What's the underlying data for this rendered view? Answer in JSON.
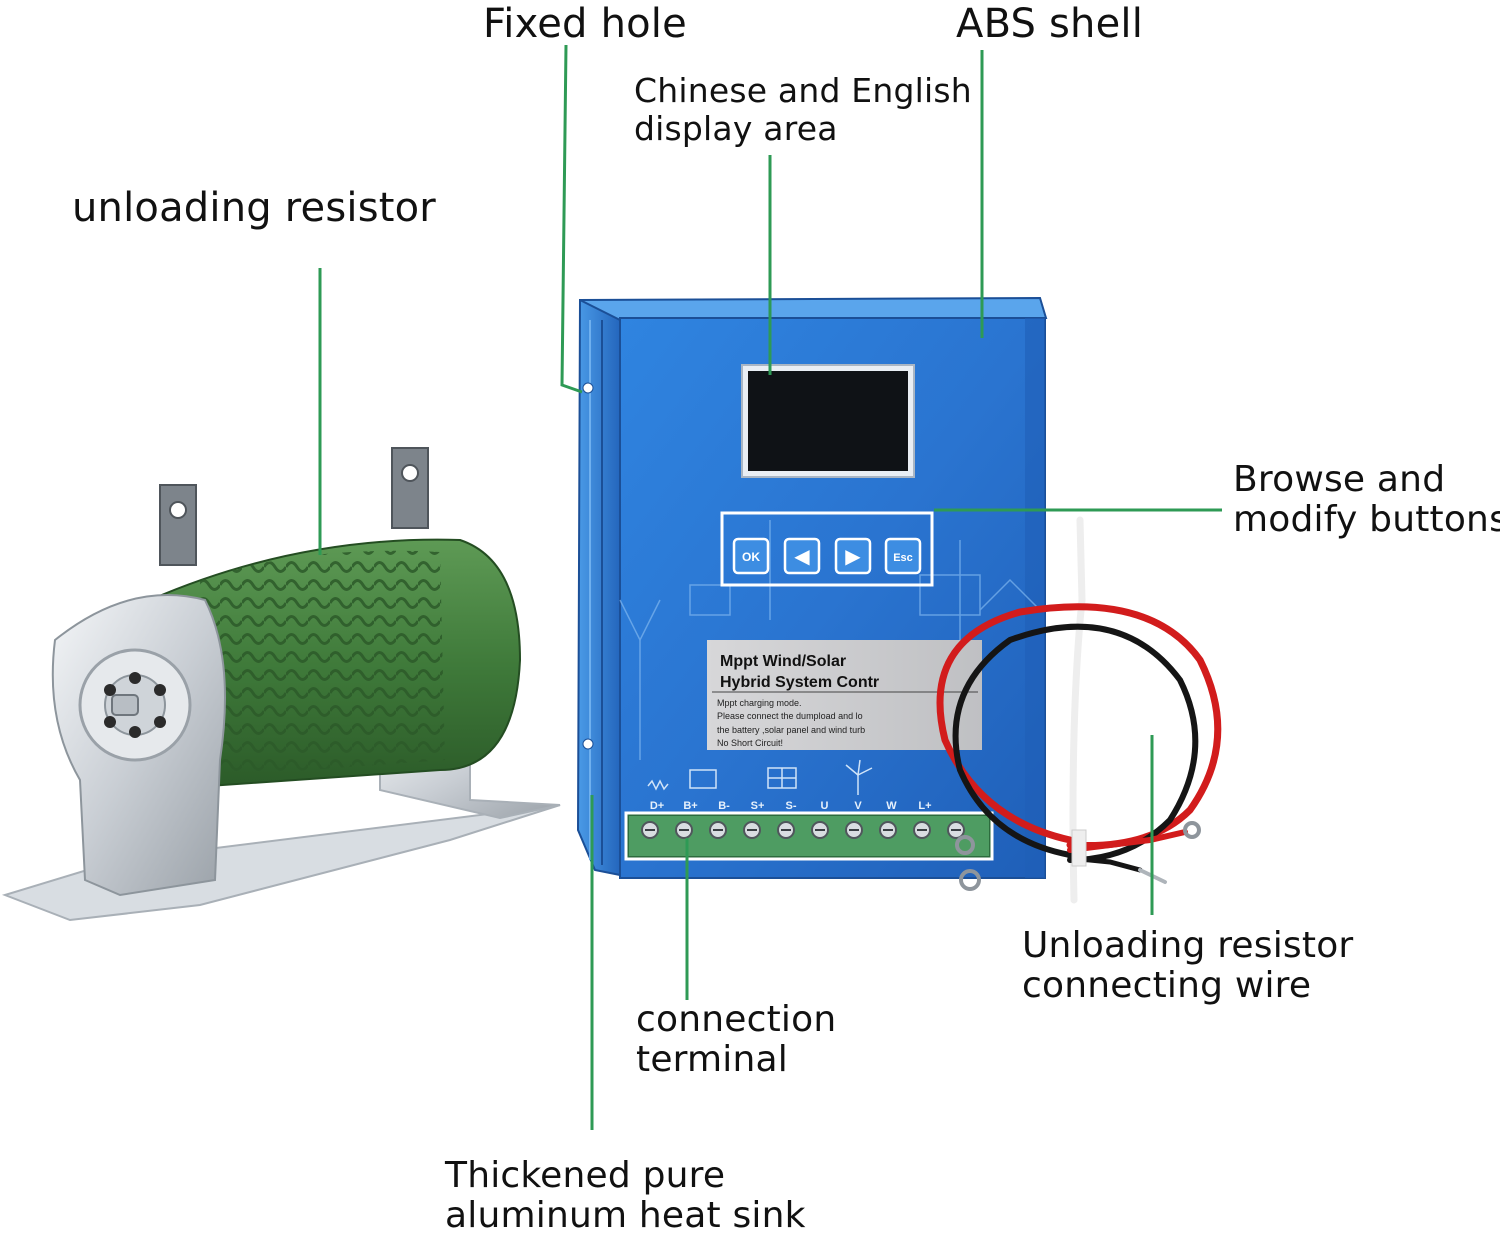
{
  "callouts": {
    "fixed_hole": "Fixed hole",
    "abs_shell": "ABS shell",
    "display_area_line1": "Chinese and English",
    "display_area_line2": "display area",
    "unloading_resistor": "unloading resistor",
    "buttons_line1": "Browse and",
    "buttons_line2": "modify buttons",
    "wire_line1": "Unloading resistor",
    "wire_line2": "connecting wire",
    "terminal_line1": "connection",
    "terminal_line2": "terminal",
    "heatsink_line1": "Thickened pure",
    "heatsink_line2": "aluminum heat sink"
  },
  "controller": {
    "buttons": [
      "OK",
      "◀",
      "▶",
      "Esc"
    ],
    "panel_title_line1": "Mppt Wind/Solar",
    "panel_title_line2": "Hybrid System Contr",
    "panel_note_line1": "Mppt charging mode.",
    "panel_note_line2": "Please connect the dumpload and lo",
    "panel_note_line3": "the battery ,solar panel and wind turb",
    "panel_note_line4": "No Short Circuit!",
    "terminal_labels": [
      "D+",
      "B+",
      "B-",
      "S+",
      "S-",
      "U",
      "V",
      "W",
      "L+"
    ]
  },
  "colors": {
    "leader_line": "#2e9a55",
    "shell_blue": "#2f7fd8",
    "resistor_green": "#3f7a3a"
  }
}
